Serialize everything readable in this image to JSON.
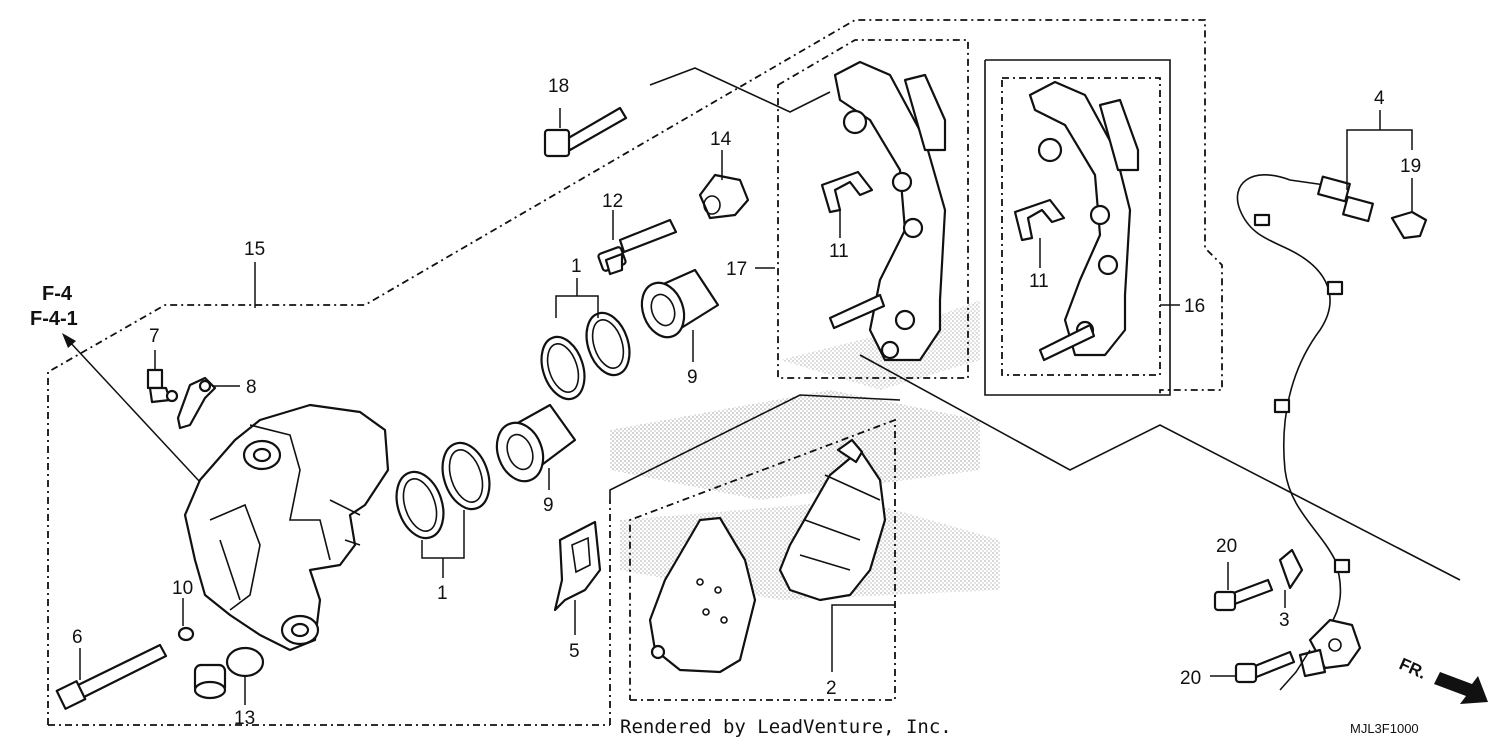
{
  "diagram": {
    "callouts": {
      "c1a": "1",
      "c1b": "1",
      "c2": "2",
      "c3": "3",
      "c4": "4",
      "c5": "5",
      "c6": "6",
      "c7": "7",
      "c8": "8",
      "c9a": "9",
      "c9b": "9",
      "c10": "10",
      "c11a": "11",
      "c11b": "11",
      "c12": "12",
      "c13": "13",
      "c14": "14",
      "c15": "15",
      "c16": "16",
      "c17": "17",
      "c18": "18",
      "c19": "19",
      "c20a": "20",
      "c20b": "20"
    },
    "reference": {
      "line1": "F-4",
      "line2": "F-4-1"
    },
    "footer": "Rendered by LeadVenture, Inc.",
    "diagram_code": "MJL3F1000",
    "direction_label": "FR."
  }
}
